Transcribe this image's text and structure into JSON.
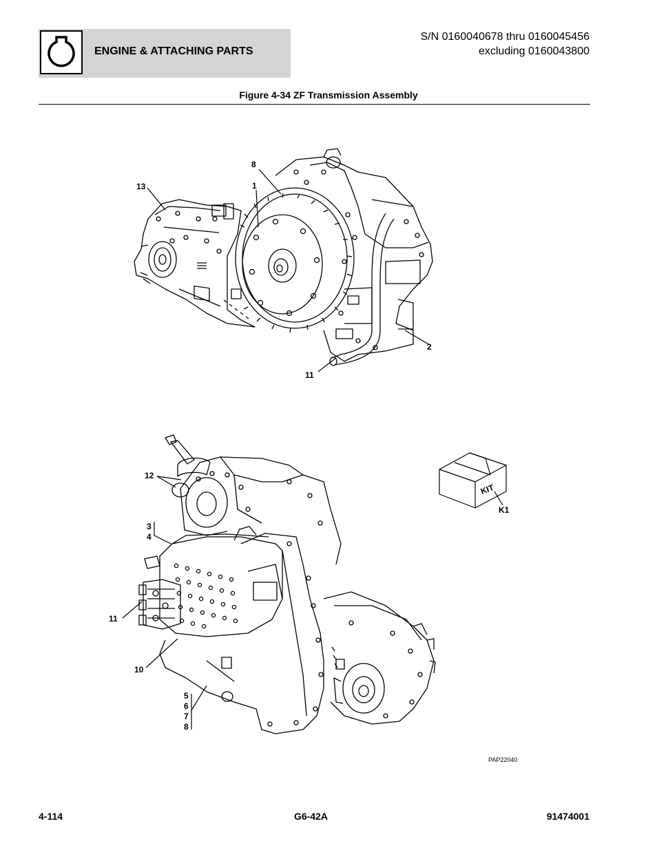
{
  "header": {
    "section_title": "ENGINE & ATTACHING PARTS",
    "sn_line1": "S/N 0160040678 thru 0160045456",
    "sn_line2": "excluding 0160043800",
    "icon": "engine-icon"
  },
  "figure": {
    "title": "Figure 4-34 ZF Transmission Assembly",
    "picture_code": "PAP22040",
    "kit_label": "KIT",
    "callouts_top": [
      "8",
      "1",
      "13",
      "2",
      "11"
    ],
    "callouts_bottom": [
      "12",
      "3",
      "4",
      "11",
      "10",
      "5",
      "6",
      "7",
      "8",
      "K1"
    ]
  },
  "footer": {
    "page_number": "4-114",
    "manual_code": "G6-42A",
    "part_number": "91474001"
  }
}
